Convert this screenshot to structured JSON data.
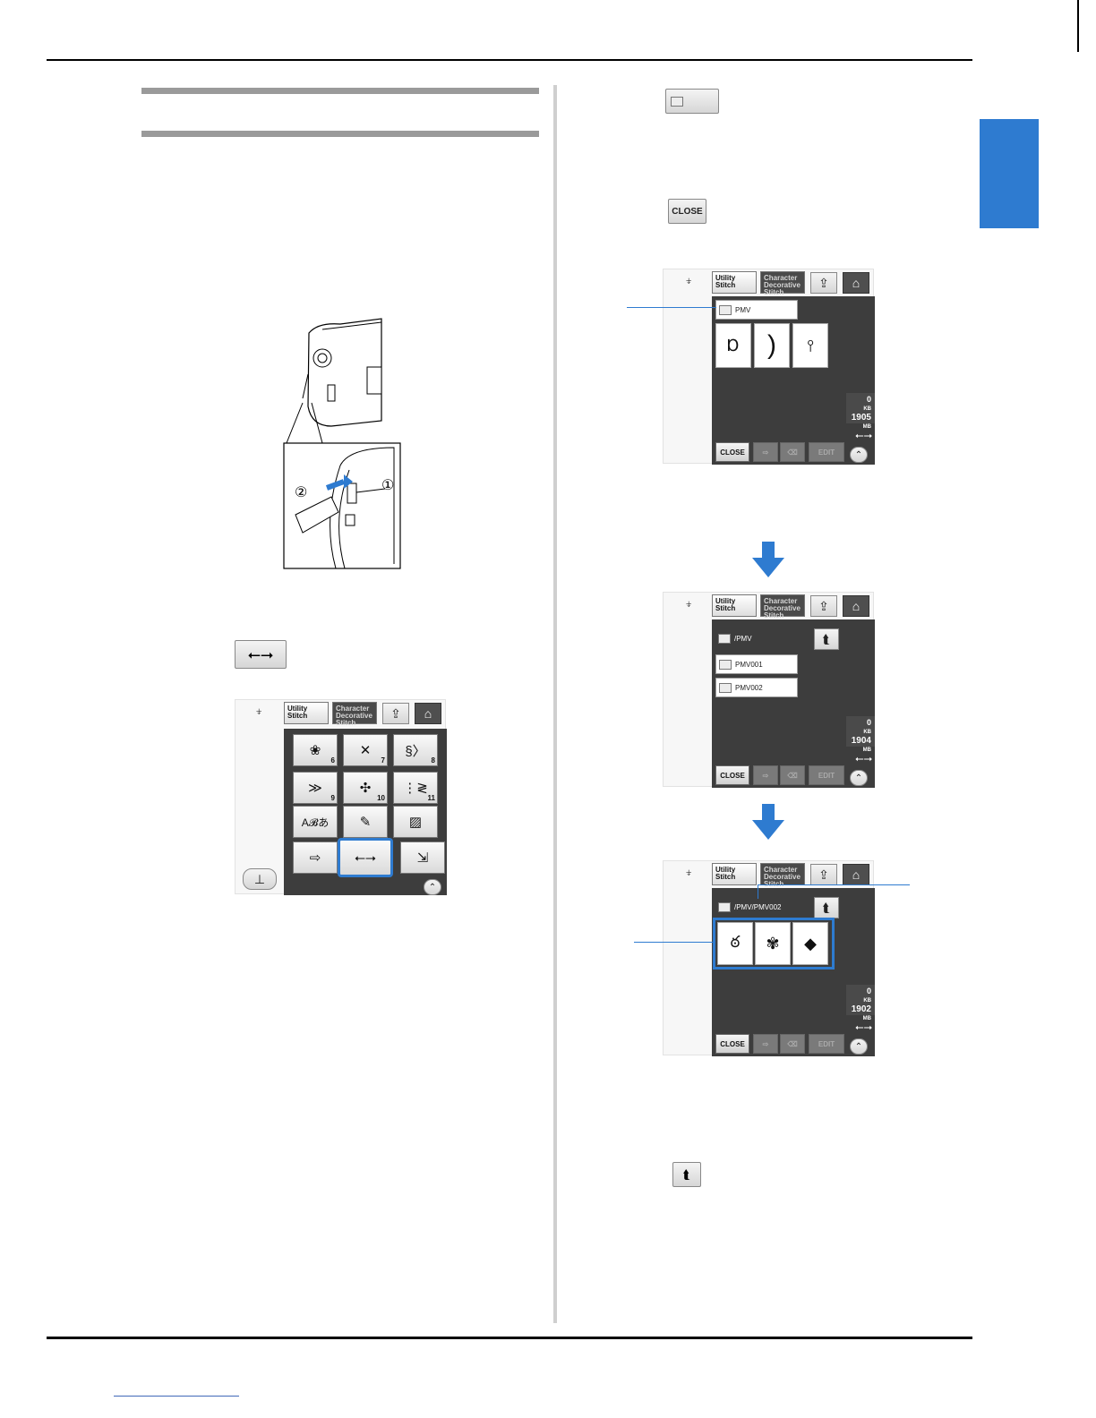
{
  "screens": {
    "tab_utility": "Utility Stitch",
    "tab_character": "Character Decorative Stitch",
    "close_label": "CLOSE",
    "edit_label": "EDIT",
    "kb_value": "0",
    "kb_unit": "KB",
    "mb_unit": "MB",
    "screen1": {
      "folder": "PMV",
      "mb_value": "1905"
    },
    "screen2": {
      "path": "/PMV",
      "folders": [
        "PMV001",
        "PMV002"
      ],
      "mb_value": "1904"
    },
    "screen3": {
      "path": "/PMV/PMV002",
      "mb_value": "1902"
    }
  },
  "patterns_screen": {
    "key_numbers": [
      "6",
      "7",
      "8",
      "9",
      "10",
      "11"
    ],
    "abc_label": "A𝓑あ"
  },
  "machine_figure": {
    "callout_1": "①",
    "callout_2": "②"
  },
  "colors": {
    "accent": "#2e7bd0",
    "rule": "#000000",
    "heading_bar": "#9a9a9a"
  }
}
